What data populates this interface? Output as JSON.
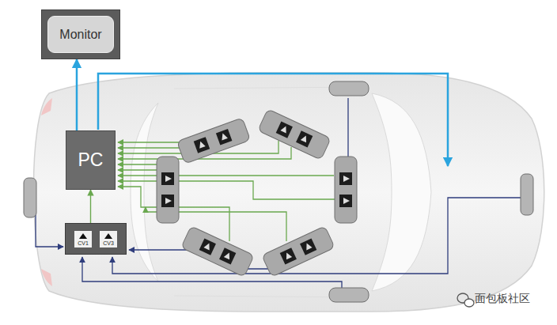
{
  "diagram": {
    "nodes": [
      {
        "text": [
          "Monitor"
        ]
      },
      {
        "text": [
          "PC"
        ]
      },
      {
        "text": [
          "CV1",
          "CV3"
        ]
      }
    ],
    "edges": [
      {
        "from": 1,
        "to": 0,
        "arrow": "to"
      },
      {
        "from": 2,
        "to": 1,
        "arrow": "to"
      }
    ],
    "labels": [
      "面包板社区"
    ]
  }
}
